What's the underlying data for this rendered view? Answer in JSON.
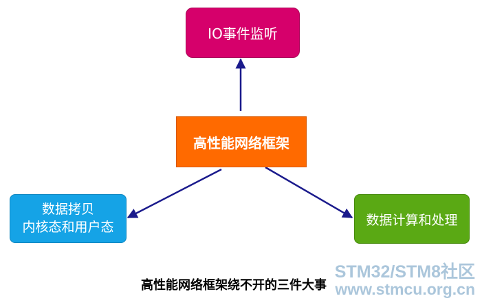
{
  "diagram": {
    "center": "高性能网络框架",
    "top": "IO事件监听",
    "left_line1": "数据拷贝",
    "left_line2": "内核态和用户态",
    "right": "数据计算和处理",
    "caption": "高性能网络框架绕不开的三件大事"
  },
  "watermark": {
    "line1": "STM32/STM8社区",
    "line2": "www.stmcu.org.cn"
  },
  "colors": {
    "top_box": "#d6006b",
    "center_box": "#ff6a00",
    "left_box": "#15a3e6",
    "right_box": "#5aa914",
    "arrow": "#1a1a8c"
  }
}
